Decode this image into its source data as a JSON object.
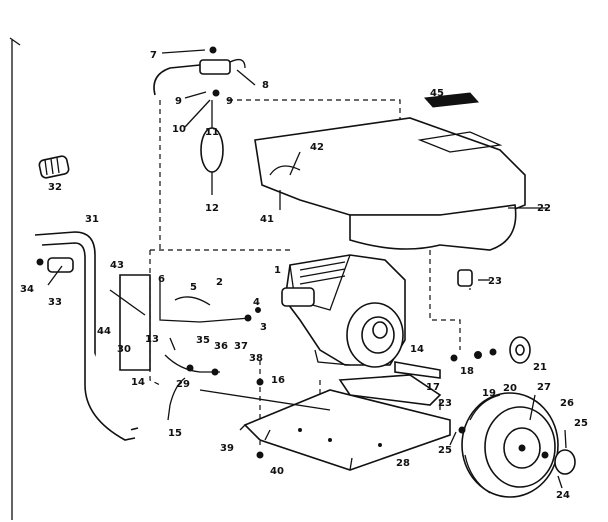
{
  "labels": {
    "l1": "1",
    "l2": "2",
    "l3": "3",
    "l4": "4",
    "l5": "5",
    "l6": "6",
    "l7": "7",
    "l8": "8",
    "l9a": "9",
    "l9b": "9",
    "l10": "10",
    "l11": "11",
    "l12": "12",
    "l13": "13",
    "l14a": "14",
    "l14b": "14",
    "l15": "15",
    "l16": "16",
    "l17": "17",
    "l18": "18",
    "l19": "19",
    "l20": "20",
    "l21": "21",
    "l22": "22",
    "l23a": "23",
    "l23b": "23",
    "l24": "24",
    "l25a": "25",
    "l25b": "25",
    "l26": "26",
    "l27": "27",
    "l28": "28",
    "l29": "29",
    "l30": "30",
    "l31": "31",
    "l32": "32",
    "l33": "33",
    "l34": "34",
    "l35": "35",
    "l36": "36",
    "l37": "37",
    "l38": "38",
    "l39": "39",
    "l40": "40",
    "l41": "41",
    "l42": "42",
    "l43": "43",
    "l44": "44",
    "l45": "45"
  }
}
